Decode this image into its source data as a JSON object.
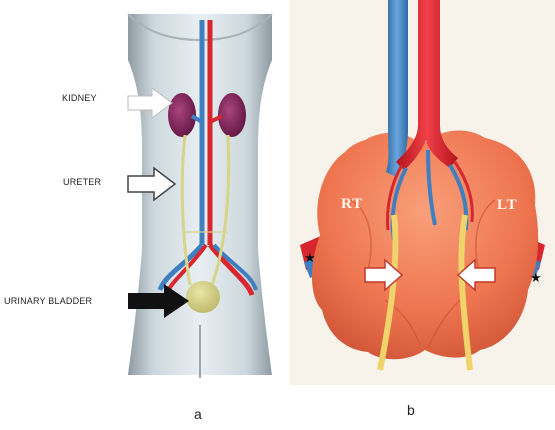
{
  "panel_a": {
    "labels": {
      "kidney": "KIDNEY",
      "ureter": "URETER",
      "bladder": "URINARY BLADDER"
    },
    "caption": "a"
  },
  "panel_b": {
    "side_labels": {
      "right": "RT",
      "left": "LT"
    },
    "caption": "b"
  },
  "colors": {
    "vein": "#3f7fc0",
    "artery": "#d8262e",
    "ureter": "#d9d488",
    "kidney": "#7d1f56",
    "kidney_mass": "#ef7a58"
  }
}
